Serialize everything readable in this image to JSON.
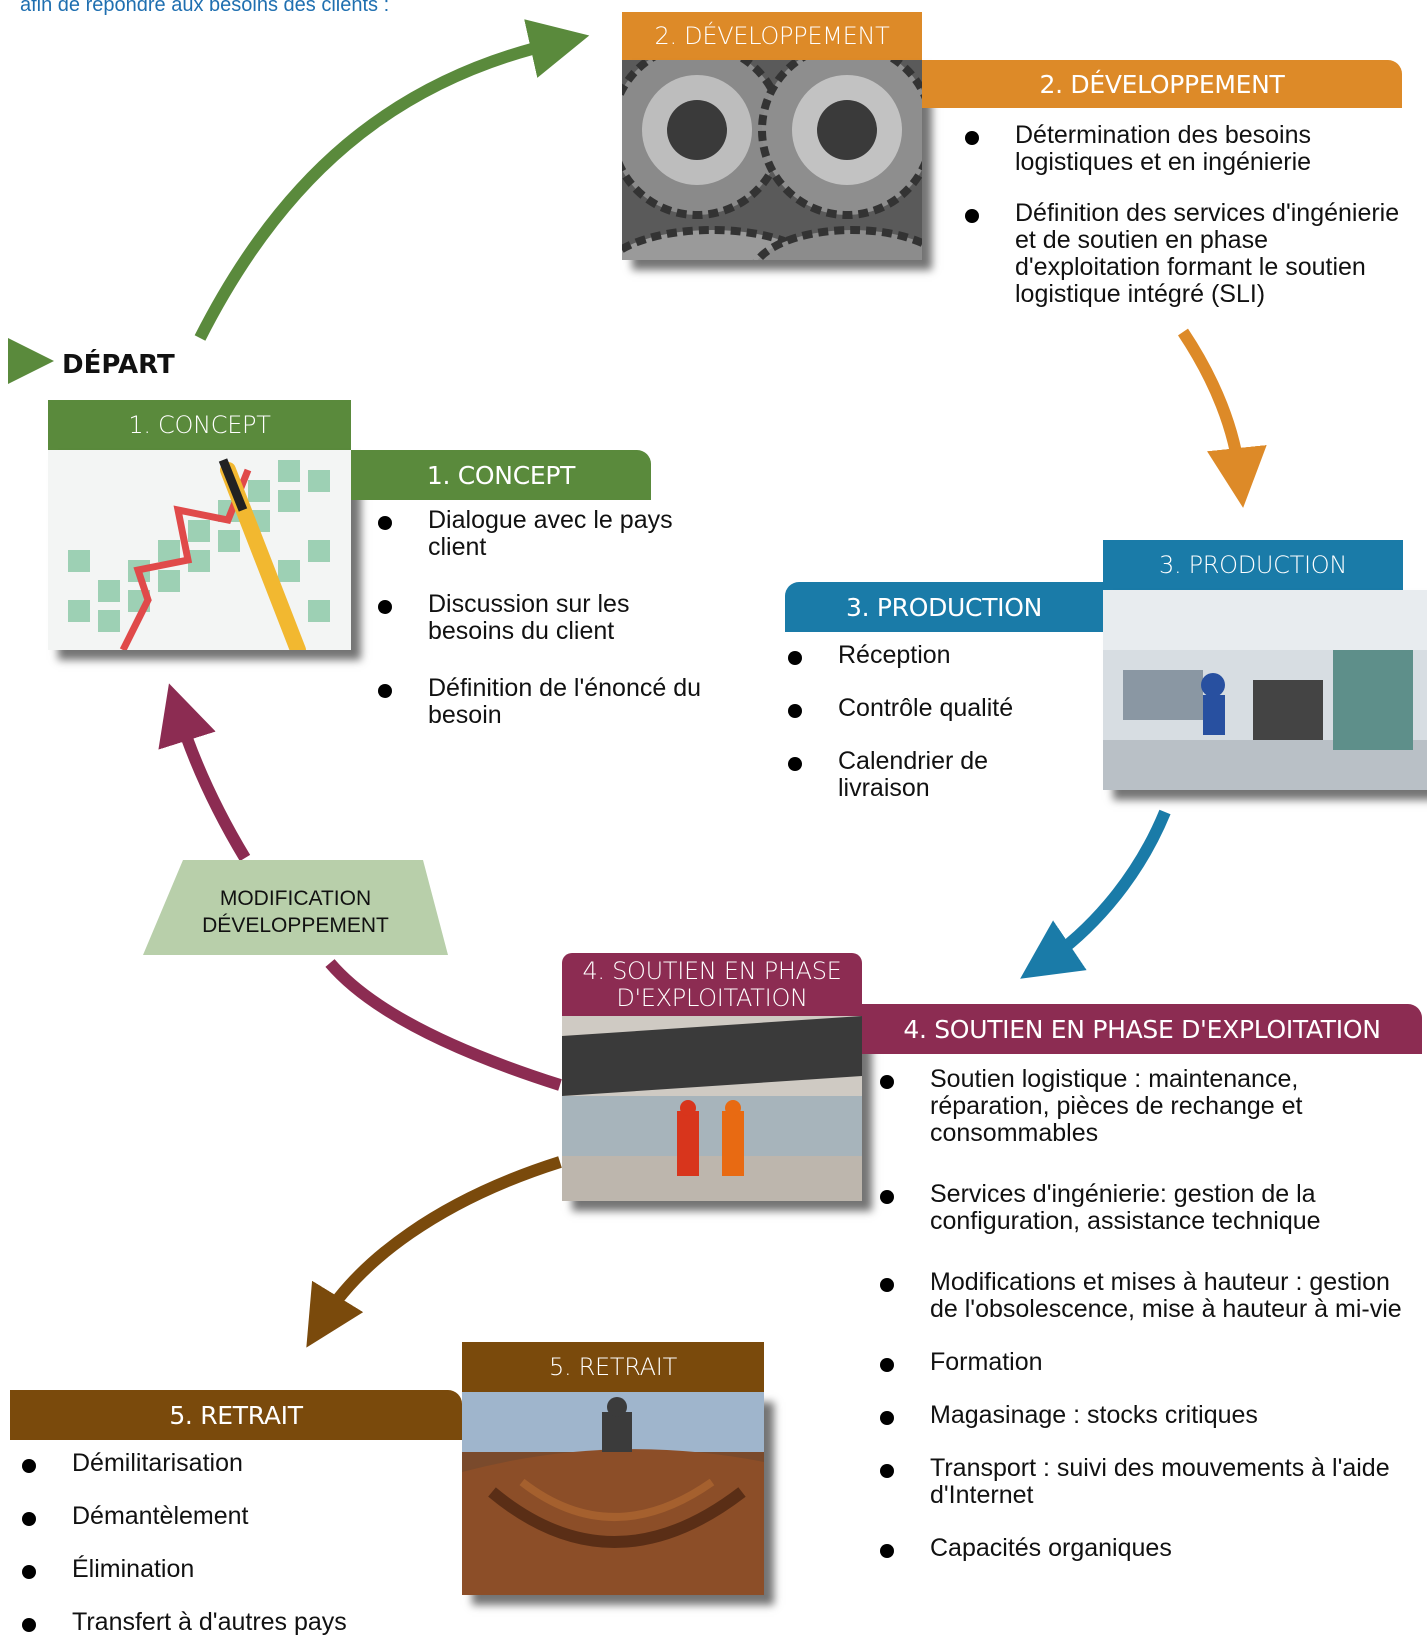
{
  "intro_text": "afin de répondre aux besoins des clients :",
  "start_label": "DÉPART",
  "colors": {
    "concept": "#5a8a3c",
    "development": "#dd8a28",
    "production": "#1a7ba8",
    "support": "#8c2c52",
    "retirement": "#7a4a0c",
    "modification": "#b8cfaa",
    "intro": "#1f6fb0"
  },
  "stages": {
    "concept": {
      "photo_tab": "1. CONCEPT",
      "title": "1. CONCEPT",
      "items": [
        "Dialogue avec le pays client",
        "Discussion sur les besoins du client",
        "Définition de l'énoncé du besoin"
      ]
    },
    "development": {
      "photo_tab": "2. DÉVELOPPEMENT",
      "title": "2. DÉVELOPPEMENT",
      "items": [
        "Détermination des besoins logistiques et en ingénierie",
        "Définition des services d'ingénierie et de soutien en phase d'exploitation formant le soutien logistique intégré (SLI)"
      ]
    },
    "production": {
      "photo_tab": "3. PRODUCTION",
      "title": "3. PRODUCTION",
      "items": [
        "Réception",
        "Contrôle qualité",
        "Calendrier de livraison"
      ]
    },
    "support": {
      "photo_tab": "4. SOUTIEN EN PHASE D'EXPLOITATION",
      "title": "4. SOUTIEN EN PHASE D'EXPLOITATION",
      "items": [
        "Soutien logistique : maintenance, réparation, pièces de rechange et consommables",
        "Services d'ingénierie: gestion de la configuration, assistance technique",
        "Modifications et mises à hauteur : gestion de l'obsolescence, mise à hauteur à mi-vie",
        "Formation",
        "Magasinage : stocks critiques",
        "Transport : suivi des mouvements à l'aide d'Internet",
        "Capacités organiques"
      ]
    },
    "retirement": {
      "photo_tab": "5. RETRAIT",
      "title": "5. RETRAIT",
      "items": [
        "Démilitarisation",
        "Démantèlement",
        "Élimination",
        "Transfert à d'autres pays"
      ]
    }
  },
  "modification_label": {
    "line1": "MODIFICATION",
    "line2": "DÉVELOPPEMENT"
  }
}
